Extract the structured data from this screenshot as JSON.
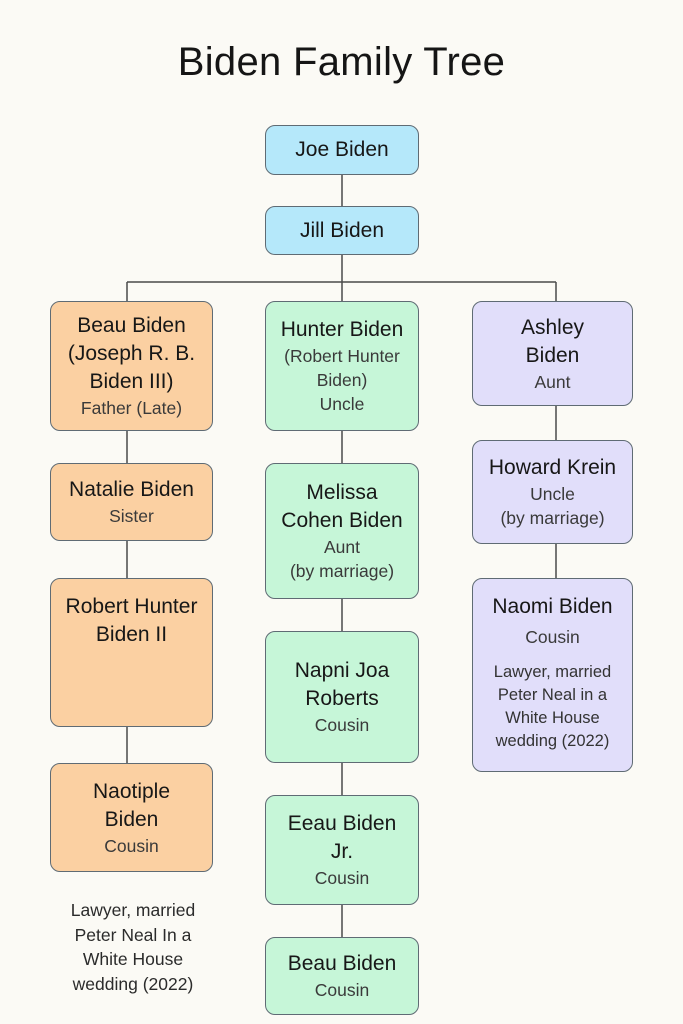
{
  "title": "Biden Family Tree",
  "nodes": {
    "joe": {
      "name": "Joe Biden"
    },
    "jill": {
      "name": "Jill Biden"
    },
    "beau": {
      "name_1": "Beau Biden",
      "name_2": "(Joseph R. B.",
      "name_3": "Biden III)",
      "role": "Father (Late)"
    },
    "natalie": {
      "name": "Natalie Biden",
      "role": "Sister"
    },
    "robert_hunter_ii": {
      "name_1": "Robert Hunter",
      "name_2": "Biden II"
    },
    "naotiple": {
      "name_1": "Naotiple",
      "name_2": "Biden",
      "role": "Cousin"
    },
    "hunter": {
      "name": "Hunter Biden",
      "alias_1": "(Robert Hunter",
      "alias_2": "Biden)",
      "role": "Uncle"
    },
    "melissa": {
      "name_1": "Melissa",
      "name_2": "Cohen Biden",
      "role_1": "Aunt",
      "role_2": "(by marriage)"
    },
    "napni": {
      "name_1": "Napni Joa",
      "name_2": "Roberts",
      "role": "Cousin"
    },
    "eeau": {
      "name_1": "Eeau Biden",
      "name_2": "Jr.",
      "role": "Cousin"
    },
    "beau_bottom": {
      "name": "Beau Biden",
      "role": "Cousin"
    },
    "ashley": {
      "name_1": "Ashley",
      "name_2": "Biden",
      "role": "Aunt"
    },
    "howard": {
      "name": "Howard Krein",
      "role_1": "Uncle",
      "role_2": "(by marriage)"
    },
    "naomi": {
      "name": "Naomi Biden",
      "role": "Cousin",
      "note_1": "Lawyer, married",
      "note_2": "Peter Neal in a",
      "note_3": "White House",
      "note_4": "wedding (2022)"
    }
  },
  "left_note": {
    "line_1": "Lawyer, married",
    "line_2": "Peter Neal In a",
    "line_3": "White House",
    "line_4": "wedding (2022)"
  },
  "colors": {
    "root": "#b5e8fa",
    "left_branch": "#fbd0a2",
    "center_branch": "#c6f6d8",
    "right_branch": "#e1defa",
    "connector": "#4a4a4a"
  }
}
